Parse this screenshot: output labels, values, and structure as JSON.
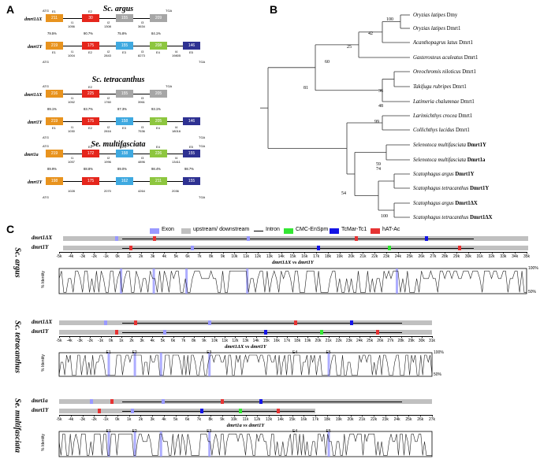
{
  "panels": {
    "a": "A",
    "b": "B",
    "c": "C"
  },
  "colors": {
    "orange": "#e8931e",
    "red": "#e5261c",
    "grey": "#a6a6a6",
    "cyan": "#3fa9e0",
    "green": "#8dc63f",
    "navy": "#2e3192",
    "exon_violet": "#9999ff",
    "upstream_grey": "#c0c0c0",
    "cmc_green": "#33e633",
    "tcmar_blue": "#1414e6",
    "hat_red": "#e63333"
  },
  "panelA": {
    "sections": [
      {
        "title": "Sc. argus",
        "top_gene": "dmrt1ΔX",
        "bottom_gene": "dmrt1Y",
        "top_exons": [
          {
            "label": "E1",
            "value": "211",
            "color": "orange"
          },
          {
            "label": "E2",
            "value": "30",
            "color": "red"
          },
          {
            "label": "",
            "value": "155",
            "color": "grey"
          },
          {
            "label": "",
            "value": "209",
            "color": "grey"
          }
        ],
        "bottom_exons": [
          {
            "label": "E1",
            "value": "219",
            "color": "orange"
          },
          {
            "label": "E2",
            "value": "175",
            "color": "red"
          },
          {
            "label": "E3",
            "value": "155",
            "color": "cyan"
          },
          {
            "label": "E4",
            "value": "208",
            "color": "green"
          },
          {
            "label": "E5",
            "value": "146",
            "color": "navy"
          }
        ],
        "top_introns": [
          {
            "label": "I1",
            "value": "1056"
          },
          {
            "label": "I2",
            "value": "1308"
          },
          {
            "label": "I3",
            "value": "3634"
          }
        ],
        "bottom_introns": [
          {
            "label": "I1",
            "value": "1004"
          },
          {
            "label": "I2",
            "value": "2843"
          },
          {
            "label": "I3",
            "value": "8273"
          },
          {
            "label": "I4",
            "value": "19805"
          }
        ],
        "identities": [
          "79.5%",
          "90.7%",
          "75.8%",
          "84.1%"
        ]
      },
      {
        "title": "Sc. tetracanthus",
        "top_gene": "dmrt1ΔX",
        "bottom_gene": "dmrt1Y",
        "top_exons": [
          {
            "label": "",
            "value": "216",
            "color": "orange"
          },
          {
            "label": "E2",
            "value": "225",
            "color": "red"
          },
          {
            "label": "",
            "value": "155",
            "color": "grey"
          },
          {
            "label": "",
            "value": "205",
            "color": "grey"
          }
        ],
        "bottom_exons": [
          {
            "label": "E1",
            "value": "219",
            "color": "orange"
          },
          {
            "label": "E2",
            "value": "175",
            "color": "red"
          },
          {
            "label": "E3",
            "value": "158",
            "color": "cyan"
          },
          {
            "label": "E4",
            "value": "205",
            "color": "green"
          },
          {
            "label": "",
            "value": "146",
            "color": "navy"
          }
        ],
        "top_introns": [
          {
            "label": "I1",
            "value": "1052"
          },
          {
            "label": "I2",
            "value": "1760"
          },
          {
            "label": "I3",
            "value": "3961"
          }
        ],
        "bottom_introns": [
          {
            "label": "I1",
            "value": "1030"
          },
          {
            "label": "I2",
            "value": "2816"
          },
          {
            "label": "I3",
            "value": "7536"
          },
          {
            "label": "I4",
            "value": "18016"
          }
        ],
        "identities": [
          "89.1%",
          "83.7%",
          "87.3%",
          "93.1%"
        ]
      },
      {
        "title": "Se. multifasciata",
        "top_gene": "dmrt1a",
        "bottom_gene": "dmrt1Y",
        "top_exons": [
          {
            "label": "",
            "value": "219",
            "color": "orange"
          },
          {
            "label": "E2",
            "value": "172",
            "color": "red"
          },
          {
            "label": "E3",
            "value": "158",
            "color": "cyan"
          },
          {
            "label": "E4",
            "value": "226",
            "color": "green"
          },
          {
            "label": "E5",
            "value": "155",
            "color": "navy"
          }
        ],
        "bottom_exons": [
          {
            "label": "",
            "value": "198",
            "color": "orange"
          },
          {
            "label": "",
            "value": "175",
            "color": "red"
          },
          {
            "label": "",
            "value": "162",
            "color": "cyan"
          },
          {
            "label": "",
            "value": "211",
            "color": "green"
          },
          {
            "label": "",
            "value": "155",
            "color": "navy"
          }
        ],
        "top_introns": [
          {
            "label": "I1",
            "value": "1057"
          },
          {
            "label": "I2",
            "value": "1996"
          },
          {
            "label": "I3",
            "value": "4896"
          },
          {
            "label": "I4",
            "value": "13411"
          }
        ],
        "bottom_introns": [
          {
            "label": "",
            "value": "1028"
          },
          {
            "label": "",
            "value": "2070"
          },
          {
            "label": "",
            "value": "4264"
          },
          {
            "label": "",
            "value": "2036"
          }
        ],
        "identities": [
          "89.9%",
          "88.8%",
          "89.0%",
          "98.4%",
          "98.7%"
        ]
      }
    ],
    "markers": {
      "atg": "ATG",
      "tga": "TGA"
    }
  },
  "panelB": {
    "taxa": [
      {
        "italic": "Oryzias latipes",
        "bold": "",
        "plain": "Dmy"
      },
      {
        "italic": "Oryzias latipes",
        "bold": "",
        "plain": "Dmrt1"
      },
      {
        "italic": "Acanthopagrus latus",
        "bold": "",
        "plain": "Dmrt1"
      },
      {
        "italic": "Gasterosteus aculeatus",
        "bold": "",
        "plain": "Dmrt1"
      },
      {
        "italic": "Oreochromis niloticus",
        "bold": "",
        "plain": "Dmrt1"
      },
      {
        "italic": "Takifugu rubripes",
        "bold": "",
        "plain": "Dmrt1"
      },
      {
        "italic": "Latimeria chalumnae",
        "bold": "",
        "plain": "Dmrt1"
      },
      {
        "italic": "Larimichthys crocea",
        "bold": "",
        "plain": "Dmrt1"
      },
      {
        "italic": "Collichthys lucidus",
        "bold": "",
        "plain": "Dmrt1"
      },
      {
        "italic": "Selenotoca multifasciata",
        "bold": "Dmrt1Y",
        "plain": ""
      },
      {
        "italic": "Selenotoca multifasciata",
        "bold": "Dmrt1a",
        "plain": ""
      },
      {
        "italic": "Scatophagus argus",
        "bold": "Dmrt1Y",
        "plain": ""
      },
      {
        "italic": "Scatophagus tetracanthus",
        "bold": "Dmrt1Y",
        "plain": ""
      },
      {
        "italic": "Scatophagus argus",
        "bold": "Dmrt1ΔX",
        "plain": ""
      },
      {
        "italic": "Scatophagus tetracanthus",
        "bold": "Dmrt1ΔX",
        "plain": ""
      }
    ],
    "bootstraps": [
      "100",
      "42",
      "25",
      "60",
      "81",
      "36",
      "48",
      "99",
      "59",
      "74",
      "54",
      "100"
    ]
  },
  "panelC": {
    "legend": [
      {
        "label": "Exon",
        "color": "exon_violet"
      },
      {
        "label": "upstream/ downstream",
        "color": "upstream_grey"
      },
      {
        "label": "Intron",
        "color": "line"
      },
      {
        "label": "CMC-EnSpm",
        "color": "cmc_green"
      },
      {
        "label": "TcMar-Tc1",
        "color": "tcmar_blue"
      },
      {
        "label": "hAT-Ac",
        "color": "hat_red"
      }
    ],
    "tracks": [
      {
        "species": "Sc. argus",
        "gene1": "dmrt1ΔX",
        "gene2": "dmrt1Y",
        "caption": "dmrt1ΔX vs dmrt1Y",
        "ticks": [
          "-5k",
          "-4k",
          "-3k",
          "-2k",
          "-1k",
          "0k",
          "1k",
          "2k",
          "3k",
          "4k",
          "5k",
          "6k",
          "7k",
          "8k",
          "9k",
          "10k",
          "11k",
          "12k",
          "13k",
          "14k",
          "15k",
          "16k",
          "17k",
          "18k",
          "19k",
          "20k",
          "21k",
          "22k",
          "23k",
          "24k",
          "25k",
          "26k",
          "27k",
          "28k",
          "29k",
          "30k",
          "31k",
          "32k",
          "33k",
          "34k",
          "35k"
        ],
        "exon_labels": [],
        "y_top": "100%",
        "y_bot": "50%"
      },
      {
        "species": "Sc. tetracanthus",
        "gene1": "dmrt1ΔX",
        "gene2": "dmrt1Y",
        "caption": "dmrt1ΔX vs dmrt1Y",
        "ticks": [
          "-5k",
          "-4k",
          "-3k",
          "-2k",
          "-1k",
          "0k",
          "1k",
          "2k",
          "3k",
          "4k",
          "5k",
          "6k",
          "7k",
          "8k",
          "9k",
          "10k",
          "11k",
          "12k",
          "13k",
          "14k",
          "15k",
          "16k",
          "17k",
          "18k",
          "19k",
          "20k",
          "21k",
          "22k",
          "23k",
          "24k",
          "25k",
          "26k",
          "27k",
          "28k",
          "29k",
          "30k",
          "31k"
        ],
        "exon_labels": [
          "E1",
          "E2",
          "E3",
          "E4",
          "E5"
        ],
        "y_top": "100%",
        "y_bot": "50%"
      },
      {
        "species": "Se. multifasciata",
        "gene1": "dmrt1a",
        "gene2": "dmrt1Y",
        "caption": "dmrt1a vs dmrt1Y",
        "ticks": [
          "-5k",
          "-4k",
          "-3k",
          "-2k",
          "-1k",
          "0k",
          "1k",
          "2k",
          "3k",
          "4k",
          "5k",
          "6k",
          "7k",
          "8k",
          "9k",
          "10k",
          "11k",
          "12k",
          "13k",
          "14k",
          "15k",
          "16k",
          "17k",
          "18k",
          "19k",
          "20k",
          "21k",
          "22k",
          "23k",
          "24k",
          "25k",
          "26k",
          "27k"
        ],
        "exon_labels": [
          "E1",
          "E2",
          "E3",
          "E4",
          "E5"
        ],
        "y_top": "",
        "y_bot": ""
      }
    ],
    "ylabel": "% Identity"
  }
}
